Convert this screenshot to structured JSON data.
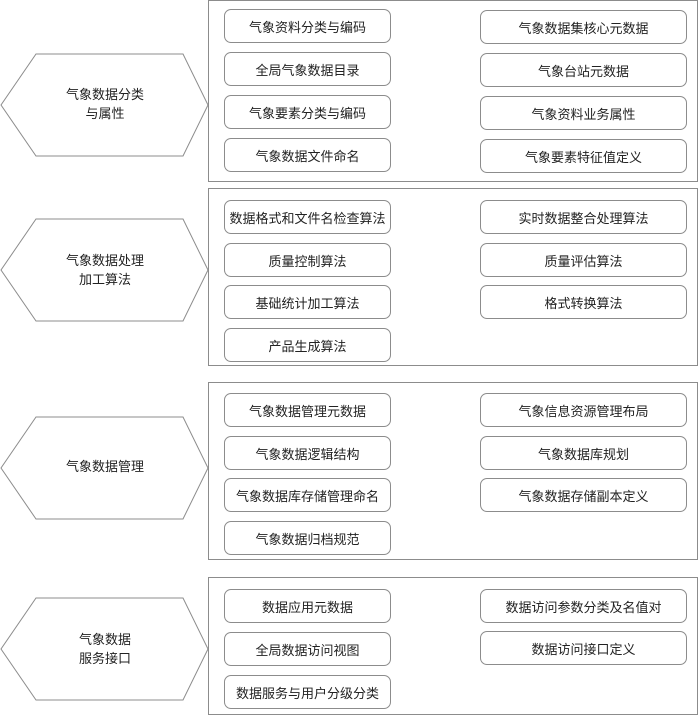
{
  "groups": [
    {
      "title_lines": [
        "气象数据分类",
        "与属性"
      ],
      "items_left": [
        "气象资料分类与编码",
        "全局气象数据目录",
        "气象要素分类与编码",
        "气象数据文件命名"
      ],
      "items_right": [
        "气象数据集核心元数据",
        "气象台站元数据",
        "气象资料业务属性",
        "气象要素特征值定义"
      ]
    },
    {
      "title_lines": [
        "气象数据处理",
        "加工算法"
      ],
      "items_left": [
        "数据格式和文件名检查算法",
        "质量控制算法",
        "基础统计加工算法",
        "产品生成算法"
      ],
      "items_right": [
        "实时数据整合处理算法",
        "质量评估算法",
        "格式转换算法"
      ]
    },
    {
      "title_lines": [
        "气象数据管理"
      ],
      "items_left": [
        "气象数据管理元数据",
        "气象数据逻辑结构",
        "气象数据库存储管理命名",
        "气象数据归档规范"
      ],
      "items_right": [
        "气象信息资源管理布局",
        "气象数据库规划",
        "气象数据存储副本定义"
      ]
    },
    {
      "title_lines": [
        "气象数据",
        "服务接口"
      ],
      "items_left": [
        "数据应用元数据",
        "全局数据访问视图",
        "数据服务与用户分级分类"
      ],
      "items_right": [
        "数据访问参数分类及名值对",
        "数据访问接口定义"
      ]
    }
  ]
}
